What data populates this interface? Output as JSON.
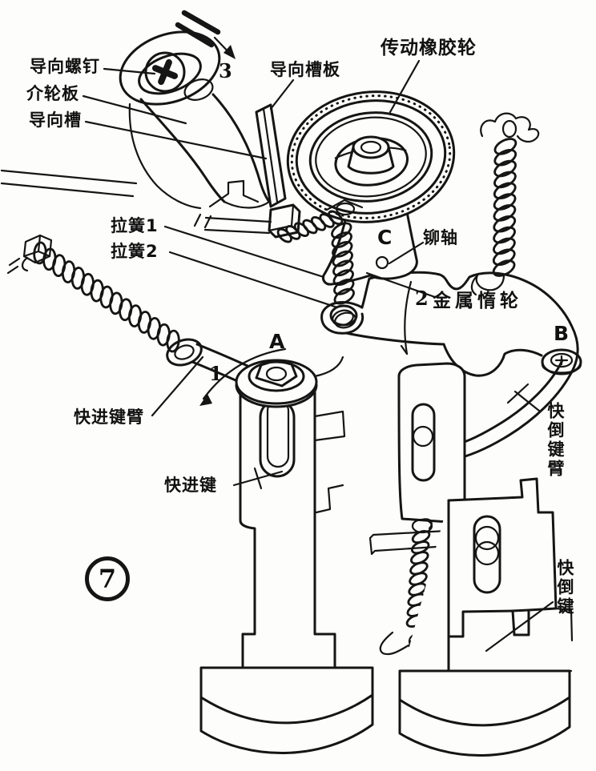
{
  "figure": {
    "number": "7"
  },
  "labels": {
    "guide_screw": "导向螺钉",
    "idler_wheel_plate": "介轮板",
    "guide_slot": "导向槽",
    "guide_slot_plate": "导向槽板",
    "drive_rubber_wheel": "传动橡胶轮",
    "tension_spring_1": "拉簧1",
    "tension_spring_2": "拉簧2",
    "rivet_shaft": "铆轴",
    "metal_idler_wheel": "金属惰轮",
    "ff_key_arm": "快进键臂",
    "ff_key": "快进键",
    "rew_key_arm": "快倒键臂",
    "rew_key": "快倒键"
  },
  "annotations": {
    "point_a": "A",
    "point_b": "B",
    "point_c": "C",
    "num_1": "1",
    "num_2": "2",
    "num_3": "3"
  },
  "colors": {
    "ink": "#151515",
    "paper": "#fdfdfb"
  }
}
